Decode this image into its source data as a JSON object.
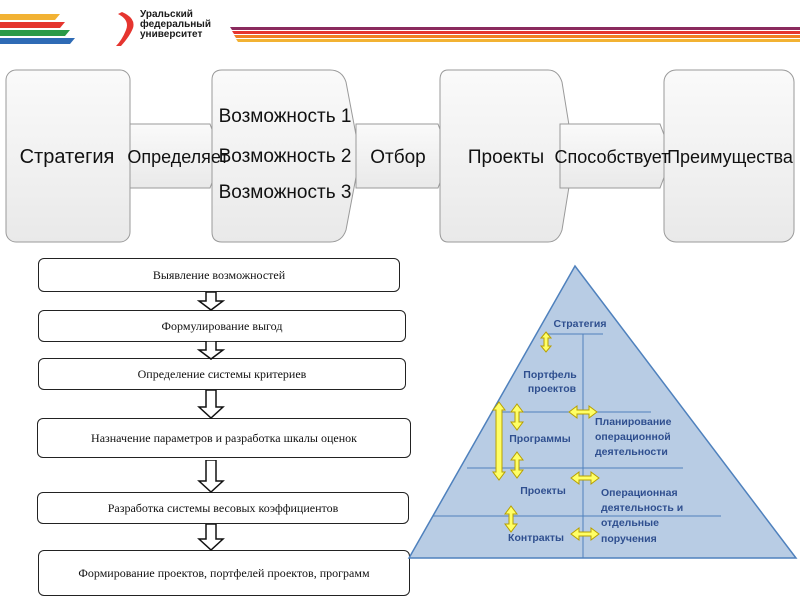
{
  "logo": {
    "line1": "Уральский",
    "line2": "федеральный",
    "line3": "университет"
  },
  "chain": {
    "steps": [
      {
        "label": "Стратегия"
      },
      {
        "label": "Определяет"
      },
      {
        "label_lines": [
          "Возможность 1",
          "Возможность 2",
          "Возможность 3"
        ]
      },
      {
        "label": "Отбор"
      },
      {
        "label": "Проекты"
      },
      {
        "label": "Способствует"
      },
      {
        "label": "Преимущества"
      }
    ]
  },
  "flowchart": {
    "steps": [
      "Выявление возможностей",
      "Формулирование выгод",
      "Определение системы критериев",
      "Назначение параметров и разработка шкалы оценок",
      "Разработка системы весовых коэффициентов",
      "Формирование проектов, портфелей проектов, программ"
    ]
  },
  "pyramid": {
    "levels": {
      "strategy": "Стратегия",
      "portfolio_line1": "Портфель",
      "portfolio_line2": "проектов",
      "programs": "Программы",
      "projects": "Проекты",
      "contracts": "Контракты"
    },
    "side_labels": {
      "planning_line1": "Планирование",
      "planning_line2": "операционной",
      "planning_line3": "деятельности",
      "operational_line1": "Операционная",
      "operational_line2": "деятельность и",
      "operational_line3": "отдельные",
      "operational_line4": "поручения"
    }
  },
  "colors": {
    "pyramid_fill": "#b8cce4",
    "pyramid_stroke": "#4f81bd",
    "label_text": "#2f4f8f",
    "arrow_fill": "#ffff66",
    "arrow_stroke": "#b8a000",
    "chain_fill": "#f4f4f4",
    "chain_stroke": "#9a9a9a"
  }
}
